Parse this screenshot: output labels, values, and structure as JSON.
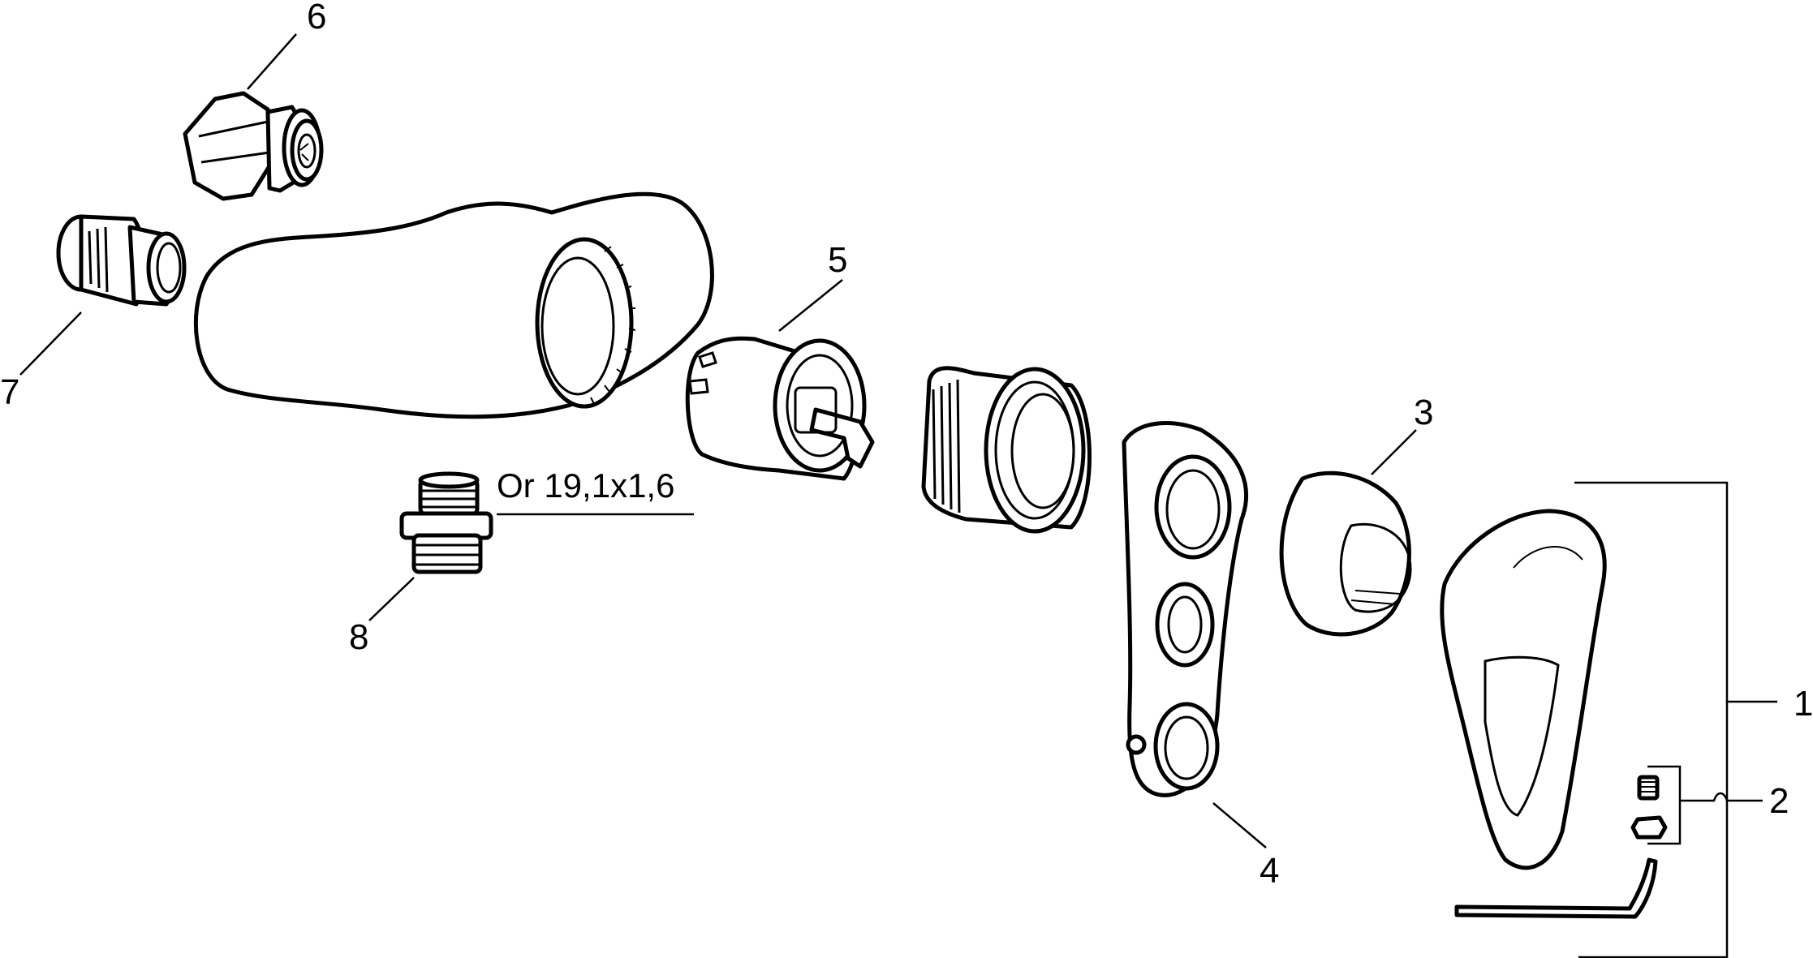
{
  "callouts": {
    "c1": "1",
    "c2": "2",
    "c3": "3",
    "c4": "4",
    "c5": "5",
    "c6": "6",
    "c7": "7",
    "c8": "8"
  },
  "oring_note": "Or 19,1x1,6"
}
